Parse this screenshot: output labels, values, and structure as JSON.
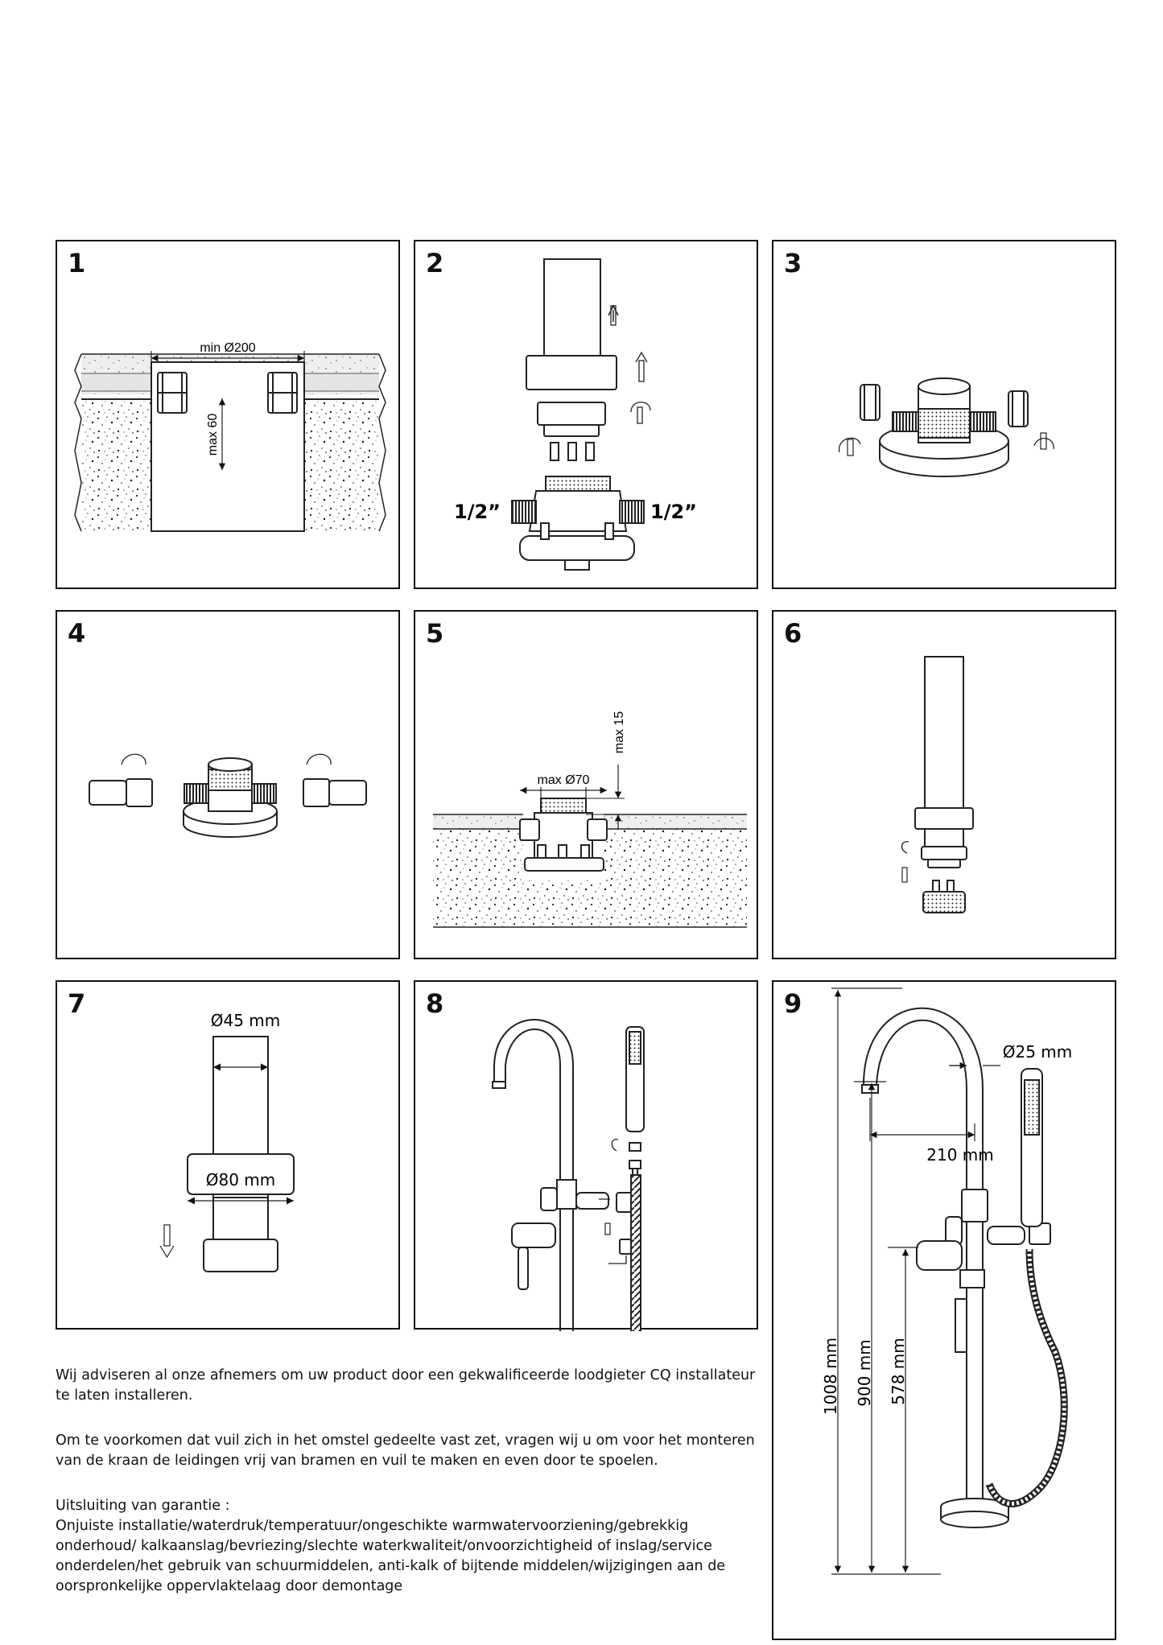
{
  "panels": [
    {
      "number": "1",
      "labels": {
        "width": "min Ø200",
        "height": "max 60"
      }
    },
    {
      "number": "2",
      "labels": {
        "left_thread": "1/2”",
        "right_thread": "1/2”"
      }
    },
    {
      "number": "3",
      "labels": {}
    },
    {
      "number": "4",
      "labels": {}
    },
    {
      "number": "5",
      "labels": {
        "width": "max Ø70",
        "height": "max 15"
      }
    },
    {
      "number": "6",
      "labels": {}
    },
    {
      "number": "7",
      "labels": {
        "pipe_diameter": "Ø45 mm",
        "rosette_diameter": "Ø80 mm"
      }
    },
    {
      "number": "8",
      "labels": {}
    },
    {
      "number": "9",
      "labels": {
        "pipe_diameter": "Ø25 mm",
        "reach": "210 mm",
        "total_height": "1008 mm",
        "spout_height": "900 mm",
        "mixer_height": "578 mm"
      }
    }
  ],
  "notes": {
    "p1": "Wij adviseren al onze afnemers om uw product door een gekwalificeerde loodgieter CQ installateur te laten installeren.",
    "p2": "Om te voorkomen dat vuil zich in het omstel gedeelte vast zet, vragen wij u om voor het monteren van de kraan de leidingen vrij van bramen en vuil te maken en even door te spoelen.",
    "p3_title": "Uitsluiting van garantie :",
    "p3_body": "Onjuiste installatie/waterdruk/temperatuur/ongeschikte warmwatervoorziening/gebrekkig onderhoud/ kalkaanslag/bevriezing/slechte waterkwaliteit/onvoorzichtigheid of inslag/service onderdelen/het gebruik van schuurmiddelen, anti-kalk of bijtende middelen/wijzigingen aan de oorspronkelijke oppervlaktelaag door demontage"
  }
}
